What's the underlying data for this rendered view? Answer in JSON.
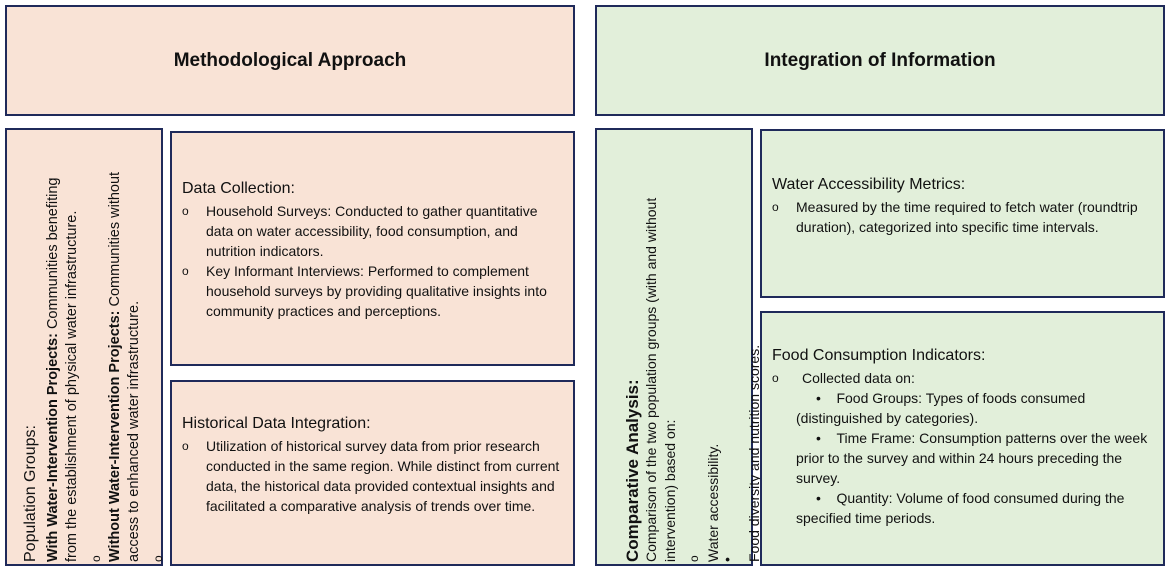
{
  "left": {
    "title": "Methodological Approach",
    "population": {
      "heading": "Population Groups:",
      "items": [
        {
          "label": "With Water-Intervention Projects:",
          "text": " Communities benefiting from the establishment of physical water infrastructure."
        },
        {
          "label": "Without Water-Intervention Projects:",
          "text": " Communities without access to enhanced water infrastructure."
        }
      ]
    },
    "data_collection": {
      "heading": "Data Collection:",
      "items": [
        "Household Surveys: Conducted to gather quantitative data on water accessibility, food consumption, and nutrition indicators.",
        "Key Informant Interviews: Performed to complement household surveys by providing qualitative insights into community practices and perceptions."
      ]
    },
    "historical": {
      "heading": "Historical Data Integration:",
      "items": [
        "Utilization of historical survey data from prior research conducted in the same region. While distinct from current data, the historical data provided contextual insights and facilitated a comparative analysis of trends over time."
      ]
    }
  },
  "right": {
    "title": "Integration of Information",
    "comparative": {
      "heading": "Comparative Analysis:",
      "intro": "Comparison of the two population groups (with and without intervention) based on:",
      "items": [
        "Water accessibility.",
        "Food diversity and nutrition scores."
      ]
    },
    "water": {
      "heading": "Water Accessibility Metrics:",
      "items": [
        "Measured by the time required to fetch water (roundtrip duration), categorized into specific time intervals."
      ]
    },
    "food": {
      "heading": "Food Consumption Indicators:",
      "intro": "Collected data on:",
      "items": [
        "Food Groups: Types of foods consumed (distinguished by categories).",
        "Time Frame: Consumption patterns over the week prior to the survey and within 24 hours preceding the survey.",
        "Quantity: Volume of food consumed during the specified time periods."
      ]
    }
  },
  "colors": {
    "peach": "#f9e3d6",
    "green": "#e2efda",
    "border": "#1f2a5a"
  }
}
